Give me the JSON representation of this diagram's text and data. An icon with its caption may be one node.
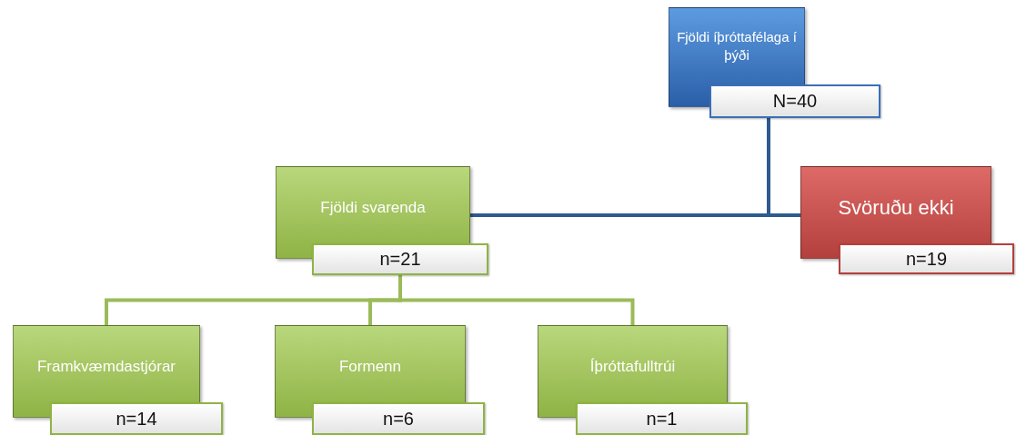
{
  "diagram": {
    "nodes": [
      {
        "text": [
          "Fjöldi íþróttafélaga í þýði",
          "N=40"
        ]
      },
      {
        "text": [
          "Fjöldi svarenda",
          "n=21"
        ]
      },
      {
        "text": [
          "Svöruðu ekki",
          "n=19"
        ]
      },
      {
        "text": [
          "Framkvæmdastjórar",
          "n=14"
        ]
      },
      {
        "text": [
          "Formenn",
          "n=6"
        ]
      },
      {
        "text": [
          "Íþróttafulltrúi",
          "n=1"
        ]
      }
    ],
    "edges": [
      {
        "from": 0,
        "to": 1,
        "arrow": "none",
        "color": "#2f5a8f"
      },
      {
        "from": 0,
        "to": 2,
        "arrow": "none",
        "color": "#2f5a8f"
      },
      {
        "from": 1,
        "to": 3,
        "arrow": "none"
      },
      {
        "from": 1,
        "to": 4,
        "arrow": "none"
      },
      {
        "from": 1,
        "to": 5,
        "arrow": "none"
      }
    ]
  }
}
